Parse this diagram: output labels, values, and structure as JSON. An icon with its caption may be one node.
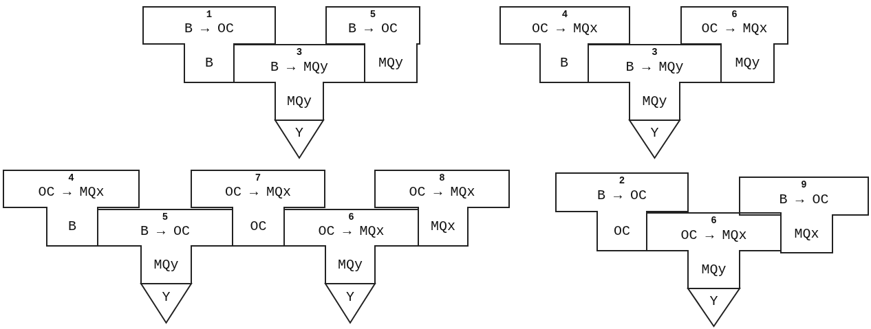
{
  "diagram": {
    "nodes": [
      {
        "text": [
          "1",
          "B → OC",
          "B"
        ]
      },
      {
        "text": [
          "5",
          "B → OC",
          "MQy"
        ]
      },
      {
        "text": [
          "3",
          "B → MQy",
          "MQy"
        ]
      },
      {
        "text": [
          "Y"
        ]
      },
      {
        "text": [
          "4",
          "OC → MQx",
          "B"
        ]
      },
      {
        "text": [
          "6",
          "OC → MQx",
          "MQy"
        ]
      },
      {
        "text": [
          "3",
          "B → MQy",
          "MQy"
        ]
      },
      {
        "text": [
          "Y"
        ]
      },
      {
        "text": [
          "4",
          "OC → MQx",
          "B"
        ]
      },
      {
        "text": [
          "7",
          "OC → MQx",
          "OC"
        ]
      },
      {
        "text": [
          "8",
          "OC → MQx",
          "MQx"
        ]
      },
      {
        "text": [
          "5",
          "B → OC",
          "MQy"
        ]
      },
      {
        "text": [
          "6",
          "OC → MQx",
          "MQy"
        ]
      },
      {
        "text": [
          "Y"
        ]
      },
      {
        "text": [
          "Y"
        ]
      },
      {
        "text": [
          "2",
          "B → OC",
          "OC"
        ]
      },
      {
        "text": [
          "9",
          "B → OC",
          "MQx"
        ]
      },
      {
        "text": [
          "6",
          "OC → MQx",
          "MQy"
        ]
      },
      {
        "text": [
          "Y"
        ]
      }
    ]
  }
}
